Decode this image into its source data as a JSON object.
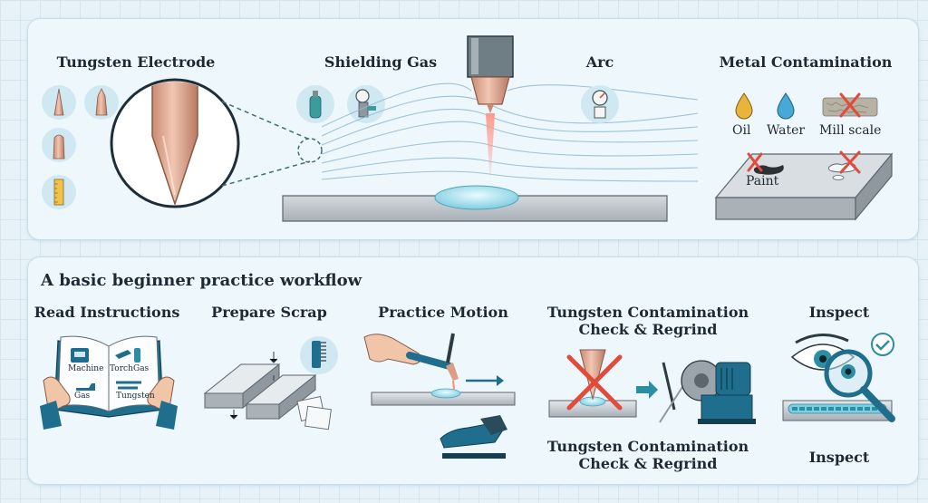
{
  "top": {
    "tungsten_label": "Tungsten Electrode",
    "shielding_label": "Shielding Gas",
    "arc_label": "Arc",
    "metal_label": "Metal Contamination",
    "contaminants": {
      "oil": "Oil",
      "water": "Water",
      "mill_scale": "Mill scale",
      "paint": "Paint"
    }
  },
  "workflow": {
    "title": "A basic beginner practice workflow",
    "steps": [
      {
        "label": "Read Instructions"
      },
      {
        "label": "Prepare Scrap"
      },
      {
        "label": "Practice Motion"
      },
      {
        "label": "Tungsten Contamination Check & Regrind"
      },
      {
        "label": "Inspect"
      }
    ],
    "book_labels": {
      "machine": "Machine",
      "torch": "Torch",
      "gas1": "Gas",
      "gas2": "Gas",
      "tungsten": "Tungsten"
    },
    "repeat_tungsten": "Tungsten Contamination Check & Regrind",
    "repeat_inspect": "Inspect"
  },
  "colors": {
    "accent_blue": "#1f6e8e",
    "copper": "#d99e85",
    "red_x": "#e04b3b",
    "icon_circle": "#cfe8f2"
  },
  "icons": [
    "tungsten-tip-icon",
    "ruler-icon",
    "gas-cylinder-icon",
    "regulator-icon",
    "gauge-icon",
    "wire-brush-icon",
    "magnifier-icon",
    "eye-icon",
    "check-icon",
    "grinder-icon",
    "foot-pedal-icon",
    "tig-torch-icon",
    "book-icon"
  ]
}
